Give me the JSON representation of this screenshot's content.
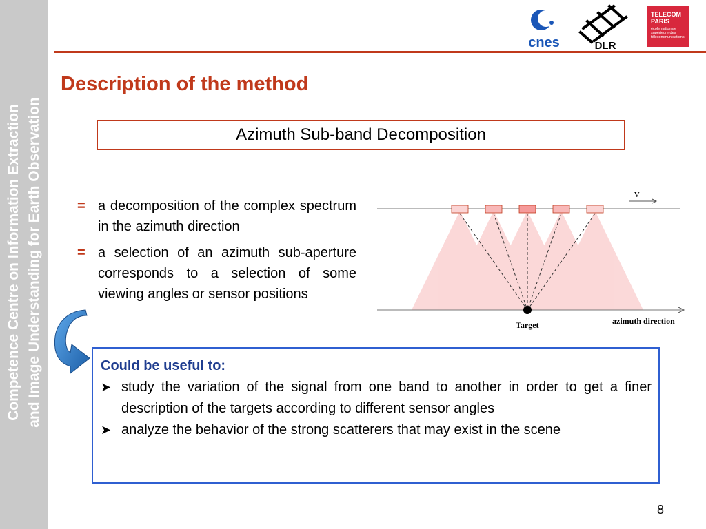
{
  "sidebar": {
    "line1": "Competence Centre on Information Extraction",
    "line2": "and Image Understanding for Earth Observation"
  },
  "logos": {
    "cnes_text": "cnes",
    "dlr_text": "DLR",
    "telecom_line1": "TELECOM",
    "telecom_line2": "PARIS",
    "telecom_line3": "école nationale supérieure des télécommunications"
  },
  "slide": {
    "title": "Description of the method",
    "subtitle": "Azimuth Sub-band Decomposition",
    "bullet_marker": "=",
    "bullets": [
      "a decomposition of the complex spectrum in the azimuth direction",
      "a selection of an azimuth sub-aperture corresponds to a selection of some viewing angles or sensor positions"
    ],
    "useful": {
      "heading": "Could be useful to:",
      "items": [
        "study the variation of the signal from one band to another in order to get a finer description of the targets according to different sensor angles",
        "analyze the behavior of the strong scatterers that may exist in the scene"
      ]
    },
    "page_number": "8"
  },
  "diagram": {
    "velocity_label": "v",
    "target_label": "Target",
    "axis_label": "azimuth direction"
  },
  "colors": {
    "accent_red": "#c0391b",
    "box_blue": "#2f5fd1",
    "sidebar_gray": "#c9c9c9"
  }
}
